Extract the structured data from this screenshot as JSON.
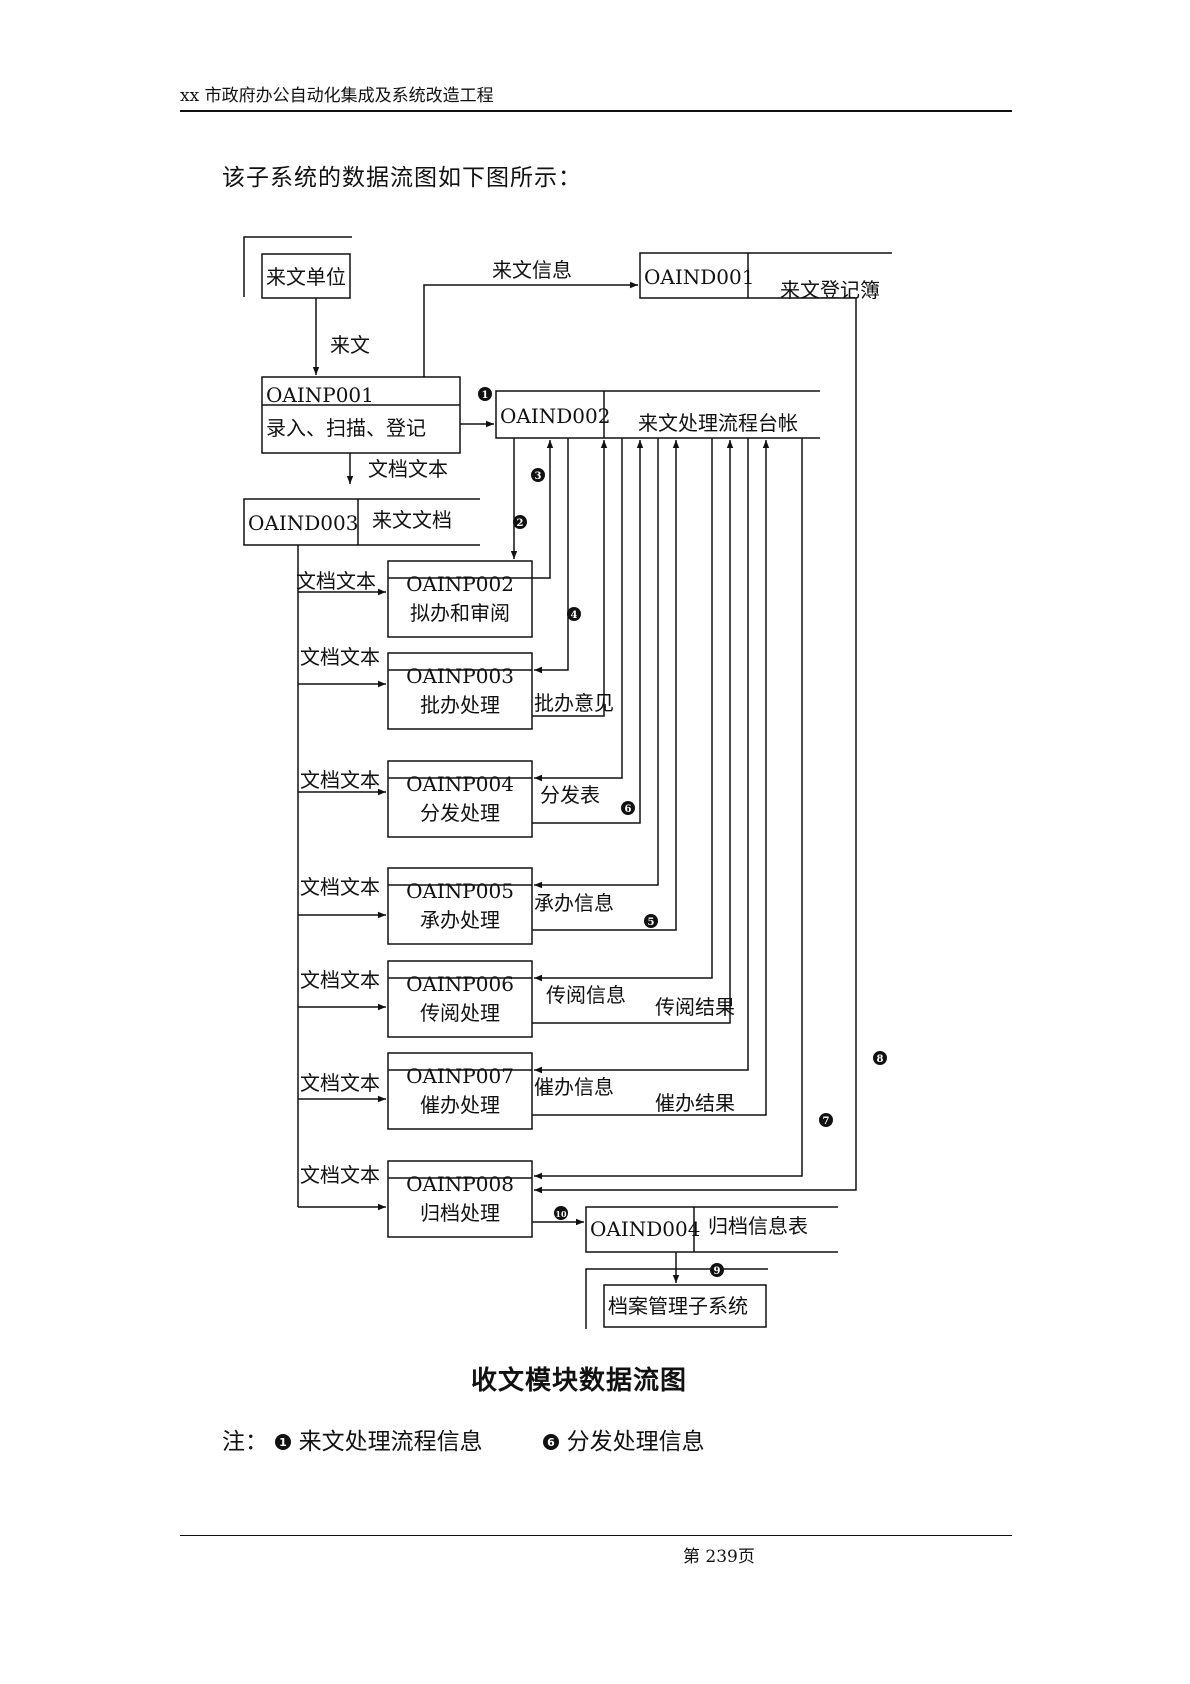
{
  "header": {
    "title": "xx 市政府办公自动化集成及系统改造工程"
  },
  "intro": "该子系统的数据流图如下图所示：",
  "diagram": {
    "entities": {
      "laiwen_danwei": "来文单位",
      "archive_subsystem": "档案管理子系统"
    },
    "processes": {
      "p001": {
        "id": "OAINP001",
        "name": "录入、扫描、登记"
      },
      "p002": {
        "id": "OAINP002",
        "name": "拟办和审阅"
      },
      "p003": {
        "id": "OAINP003",
        "name": "批办处理"
      },
      "p004": {
        "id": "OAINP004",
        "name": "分发处理"
      },
      "p005": {
        "id": "OAINP005",
        "name": "承办处理"
      },
      "p006": {
        "id": "OAINP006",
        "name": "传阅处理"
      },
      "p007": {
        "id": "OAINP007",
        "name": "催办处理"
      },
      "p008": {
        "id": "OAINP008",
        "name": "归档处理"
      }
    },
    "stores": {
      "d001": {
        "id": "OAIND001",
        "name": "来文登记簿"
      },
      "d002": {
        "id": "OAIND002",
        "name": "来文处理流程台帐"
      },
      "d003": {
        "id": "OAIND003",
        "name": "来文文档"
      },
      "d004": {
        "id": "OAIND004",
        "name": "归档信息表"
      }
    },
    "flow_labels": {
      "laiwen": "来文",
      "laiwen_xinxi": "来文信息",
      "wendang_wenben": "文档文本",
      "piban_yijian": "批办意见",
      "fenfa_biao": "分发表",
      "chengban_xinxi": "承办信息",
      "chuanyue_xinxi": "传阅信息",
      "chuanyue_jieguo": "传阅结果",
      "cuiban_xinxi": "催办信息",
      "cuiban_jieguo": "催办结果"
    },
    "markers": {
      "m1": "1",
      "m2": "2",
      "m3": "3",
      "m4": "4",
      "m5": "5",
      "m6": "6",
      "m7": "7",
      "m8": "8",
      "m9": "9",
      "m10": "10"
    }
  },
  "caption": "收文模块数据流图",
  "note": {
    "prefix": "注：",
    "item1_marker": "1",
    "item1_text": "来文处理流程信息",
    "item2_marker": "6",
    "item2_text": "分发处理信息"
  },
  "footer": {
    "page": "第 239页"
  }
}
